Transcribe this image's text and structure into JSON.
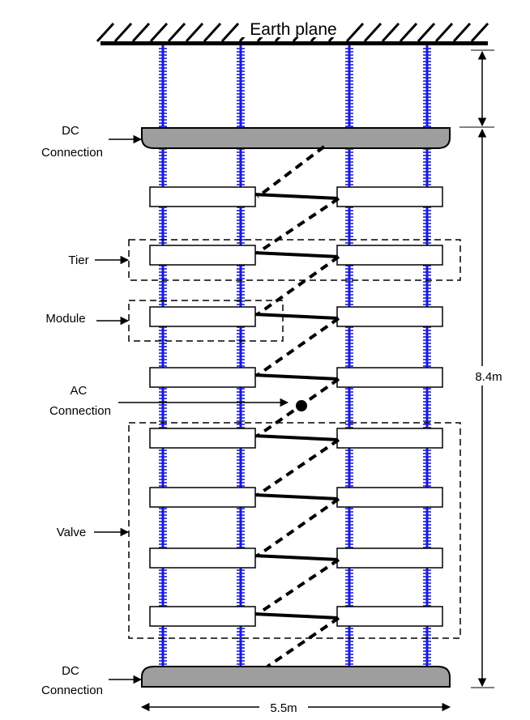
{
  "labels": {
    "earth_plane": "Earth plane",
    "dc_connection_top": [
      "DC",
      "Connection"
    ],
    "dc_connection_bottom": [
      "DC",
      "Connection"
    ],
    "tier": "Tier",
    "module": "Module",
    "ac_connection": [
      "AC",
      "Connection"
    ],
    "valve": "Valve",
    "height_dim": "8.4m",
    "width_dim": "5.5m"
  },
  "colors": {
    "insulator": "#1a1adb",
    "line": "#000000",
    "dc_plate": "#9e9e9e",
    "module_fill": "#ffffff"
  },
  "structure": {
    "insulator_columns": 4,
    "tiers": 8,
    "modules_per_tier": 2
  }
}
